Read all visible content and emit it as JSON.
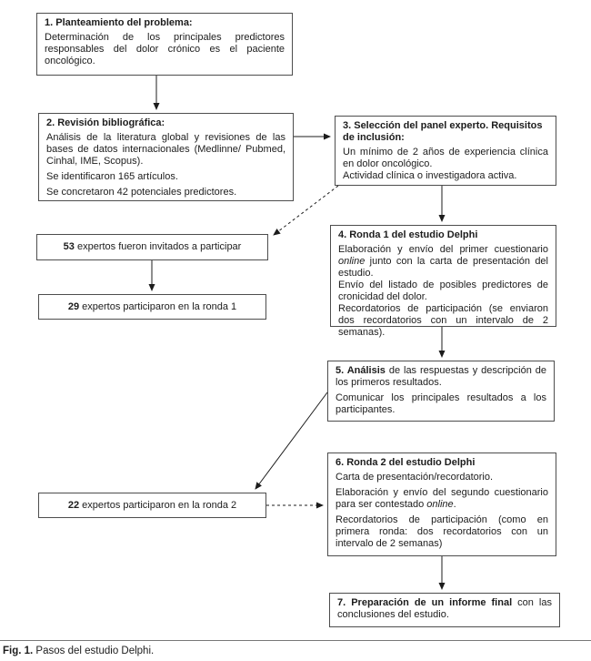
{
  "figure": {
    "caption_label": "Fig. 1.",
    "caption_text": " Pasos del estudio Delphi."
  },
  "boxes": {
    "step1": {
      "title": "1. Planteamiento del problema:",
      "p1": "Determinación de los principales predictores responsables del dolor crónico es el paciente oncológico."
    },
    "step2": {
      "title": "2. Revisión bibliográfica:",
      "p1": "Análisis de la literatura global y revisiones de las bases de datos internacionales (Medlinne/ Pubmed, Cinhal, IME, Scopus).",
      "p2": "Se identificaron 165 artículos.",
      "p3": "Se concretaron 42 potenciales predictores."
    },
    "step3": {
      "title": "3. Selección del panel experto. Requisitos de inclusión:",
      "p1": "Un mínimo de 2 años de experiencia clínica en dolor oncológico.",
      "p2": "Actividad clínica o investigadora activa."
    },
    "step4": {
      "title": "4. Ronda 1 del estudio Delphi",
      "p1a": "Elaboración y envío del primer cuestionario ",
      "p1b": "online",
      "p1c": " junto con la carta de presentación del estudio.",
      "p2": "Envío del listado de posibles predictores de cronicidad del dolor.",
      "p3": "Recordatorios de participación (se enviaron dos recordatorios con un intervalo de 2 semanas)."
    },
    "step5": {
      "title_bold": "5. Análisis",
      "title_rest": " de las respuestas y descripción de los primeros resultados.",
      "p2": "Comunicar los principales resultados a los participantes."
    },
    "step6": {
      "title": "6. Ronda 2 del estudio Delphi",
      "p1": "Carta de presentación/recordatorio.",
      "p2a": "Elaboración y envío del segundo cuestionario para ser contestado ",
      "p2b": "online",
      "p2c": ".",
      "p3": "Recordatorios de participación (como en primera ronda: dos recordatorios con un intervalo de 2 semanas)"
    },
    "step7": {
      "bold": "7. Preparación de un informe final",
      "rest": " con las conclusiones del estudio."
    },
    "experts_invited": {
      "number": "53",
      "text": " expertos fueron invitados a participar"
    },
    "experts_round1": {
      "number": "29",
      "text": " expertos participaron en la ronda 1"
    },
    "experts_round2": {
      "number": "22",
      "text": " expertos participaron en la ronda 2"
    }
  }
}
